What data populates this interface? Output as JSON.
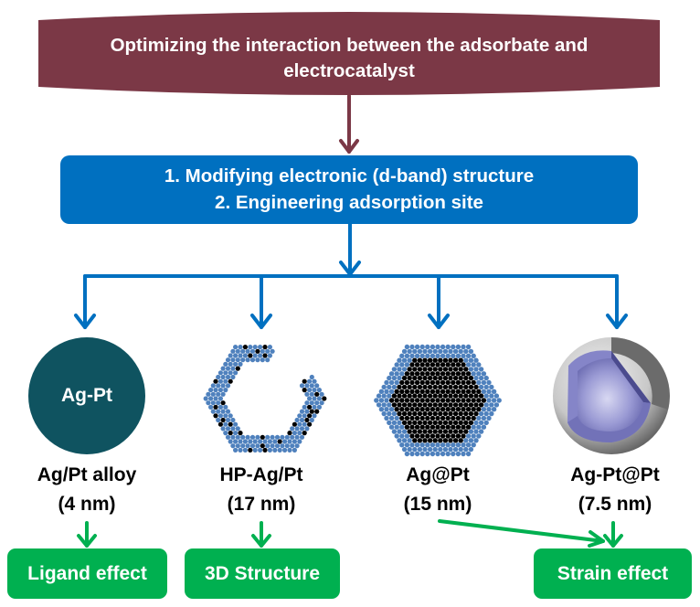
{
  "header": {
    "title_line1": "Optimizing the interaction between the adsorbate and",
    "title_line2": "electrocatalyst",
    "color": "#7b3846"
  },
  "strategy": {
    "line1": "1. Modifying electronic (d-band) structure",
    "line2": "2. Engineering adsorption site",
    "color": "#0070c0"
  },
  "catalysts": [
    {
      "name": "Ag/Pt alloy",
      "size": "(4 nm)",
      "icon_label": "Ag-Pt",
      "icon": "solid-circle-icon"
    },
    {
      "name": "HP-Ag/Pt",
      "size": "(17 nm)",
      "icon": "hollow-porous-atom-structure-icon"
    },
    {
      "name": "Ag@Pt",
      "size": "(15 nm)",
      "icon": "core-shell-hexagon-atom-icon"
    },
    {
      "name": "Ag-Pt@Pt",
      "size": "(7.5 nm)",
      "icon": "core-shell-sphere-cutaway-icon"
    }
  ],
  "effects": [
    {
      "label": "Ligand effect"
    },
    {
      "label": "3D Structure"
    },
    {
      "label": "Strain effect"
    }
  ],
  "colors": {
    "alloy_circle": "#0f5360",
    "pt_atom": "#4f81bd",
    "ag_atom": "#000000",
    "effect_green": "#00b050",
    "connector_blue": "#0070c0",
    "connector_maroon": "#7b3846"
  }
}
